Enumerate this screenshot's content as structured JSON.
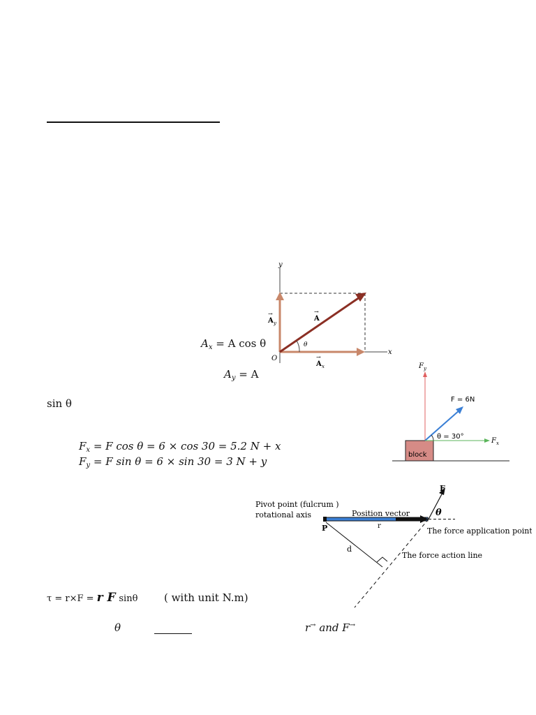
{
  "eq": {
    "ax_lhs": "A",
    "ax_sub": "x",
    "ax_rhs": "= A cos θ",
    "ay_lhs": "A",
    "ay_sub": "y",
    "ay_rhs": "= A",
    "sin_theta": "sin θ",
    "fx_lhs": "F",
    "fx_sub": "x",
    "fx_rhs": "= F  cos θ =  6  ×  cos 30 = 5.2 N   + x",
    "fy_lhs": "F",
    "fy_sub": "y",
    "fy_rhs": "= F  sin θ  =  6  ×  sin 30  =  3 N   + y",
    "torque": "τ = r×F = ",
    "torque_rf": "r F",
    "torque_sin": "sinθ",
    "torque_unit": "( with unit N.m)",
    "theta_symbol": "θ",
    "r_and_f": "r",
    "r_and_f_mid": " and F",
    "arrow_sup": "→"
  },
  "fig_vector": {
    "y_axis": "y",
    "x_axis": "x",
    "origin": "O",
    "vec_A": "A",
    "vec_Ay": "A",
    "vec_Ay_sub": "y",
    "vec_Ax": "A",
    "vec_Ax_sub": "x",
    "theta": "θ",
    "arrow": "→",
    "colors": {
      "vector": "#8b2f24",
      "component": "#c8876a",
      "axis": "#444444"
    }
  },
  "fig_block": {
    "fy_label": "F",
    "fy_sub": "y",
    "f_label": "F = 6N",
    "theta_label": "θ = 30°",
    "fx_label": "F",
    "fx_sub": "x",
    "block_label": "block",
    "colors": {
      "fy": "#e06060",
      "f": "#3a7fd5",
      "fx": "#5bb55b",
      "block": "#d68b86"
    }
  },
  "fig_torque": {
    "pivot_label_1": "Pivot point (fulcrum )",
    "pivot_label_2": "rotational axis",
    "position_vector": "Position vector",
    "p_label": "P",
    "r_label": "r",
    "f_label": "F",
    "theta_label": "θ",
    "application_point": "The force application point",
    "d_label": "d",
    "action_line": "The force action line",
    "colors": {
      "rod": "#3a7fd5"
    }
  }
}
